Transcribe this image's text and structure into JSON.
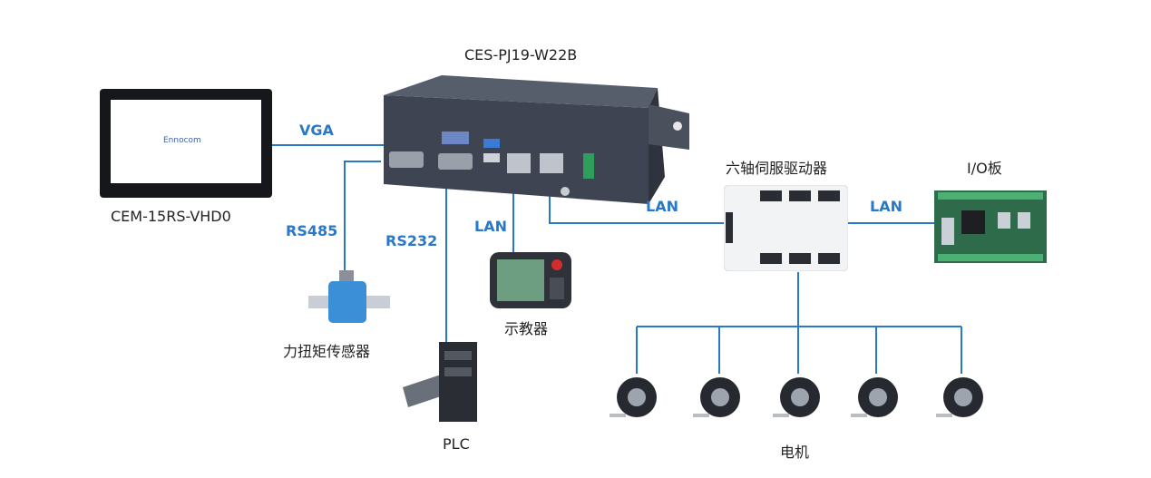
{
  "devices": {
    "controller": "CES-PJ19-W22B",
    "hmi": "CEM-15RS-VHD0",
    "hmi_brand": "Ennocom",
    "servo_driver": "六轴伺服驱动器",
    "io_board": "I/O板",
    "torque_sensor": "力扭矩传感器",
    "plc": "PLC",
    "teach_pendant": "示教器",
    "motors": "电机"
  },
  "connections": {
    "vga": "VGA",
    "rs485": "RS485",
    "rs232": "RS232",
    "lan_pendant": "LAN",
    "lan_driver": "LAN",
    "lan_io": "LAN"
  },
  "colors": {
    "link": "#2a78c8",
    "label_text": "#222222",
    "device_dark": "#3e4452"
  }
}
